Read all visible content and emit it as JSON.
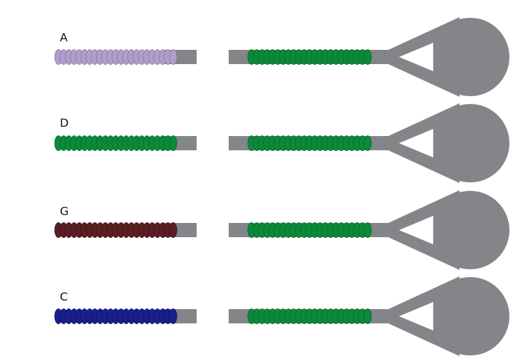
{
  "rows": [
    {
      "label": "A",
      "left_bead_color": "#b09ec9",
      "left_bead_edge": "#8a79a8"
    },
    {
      "label": "D",
      "left_bead_color": "#0a8a3a",
      "left_bead_edge": "#066b2c"
    },
    {
      "label": "G",
      "left_bead_color": "#5a1f22",
      "left_bead_edge": "#3e1315"
    },
    {
      "label": "C",
      "left_bead_color": "#1a1f8a",
      "left_bead_edge": "#0f1366"
    }
  ],
  "colors": {
    "backbone": "#848589",
    "right_bead": "#0a8a3a",
    "right_bead_edge": "#066b2c",
    "background": "#ffffff"
  },
  "icons": {
    "left_strand": "bead-chain-icon",
    "right_strand": "bead-chain-icon",
    "anchor": "lasso-loop-icon"
  }
}
